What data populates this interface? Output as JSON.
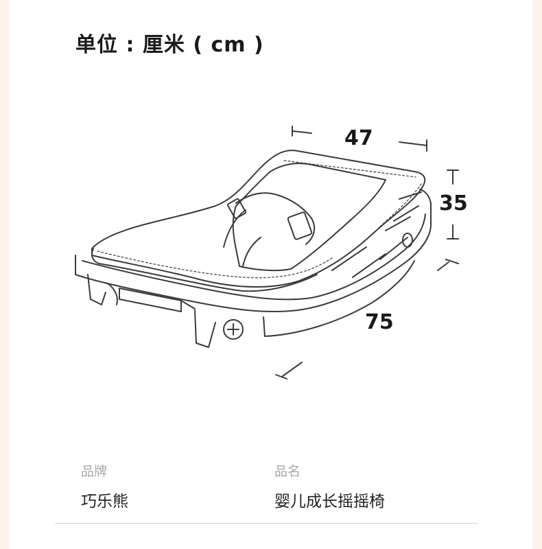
{
  "header": {
    "unit_title": "单位 : 厘米 ( cm )"
  },
  "dimensions": {
    "width": "47",
    "height": "35",
    "length": "75"
  },
  "specs": {
    "brand_label": "品牌",
    "brand_value": "巧乐熊",
    "name_label": "品名",
    "name_value": "婴儿成长摇摇椅"
  },
  "colors": {
    "line": "#3a3a3a",
    "page": "#fdf3ec"
  }
}
